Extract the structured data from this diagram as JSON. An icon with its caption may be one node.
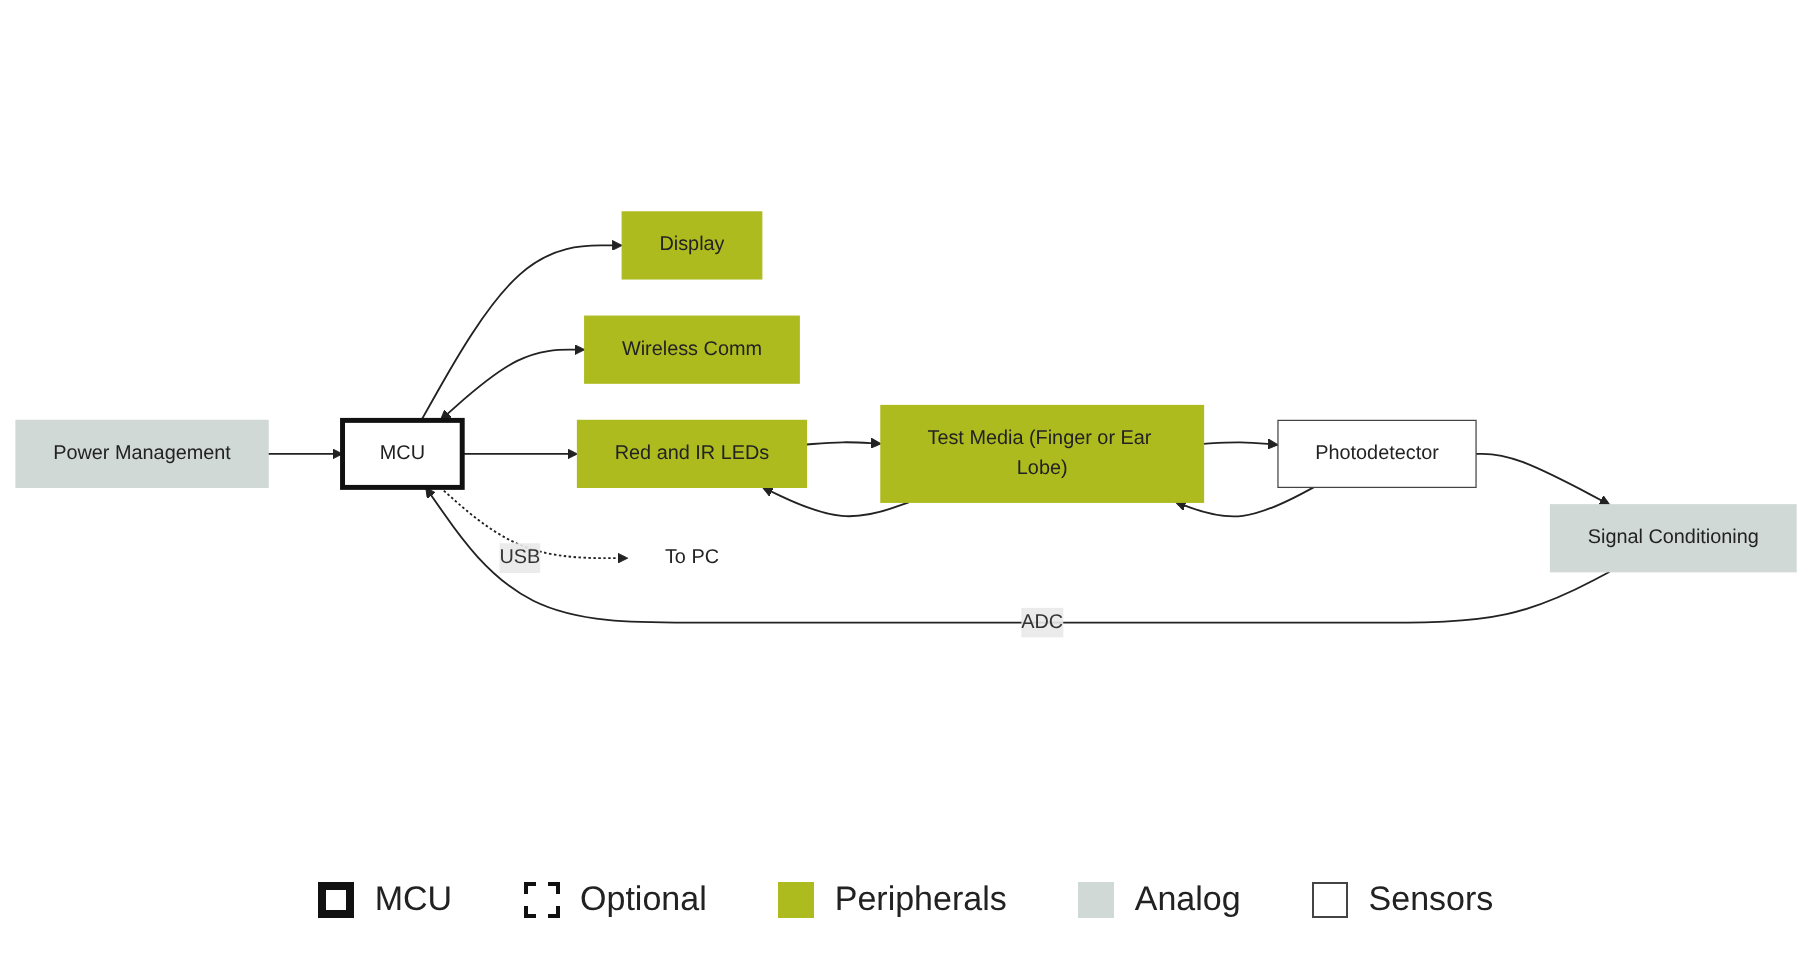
{
  "diagram": {
    "nodes": [
      {
        "text": [
          "Power Management"
        ]
      },
      {
        "text": [
          "Photodetector"
        ]
      },
      {
        "text": [
          "Signal Conditioning"
        ]
      },
      {
        "text": [
          "MCU"
        ]
      },
      {
        "text": [
          "Test Media (Finger or Ear Lobe)"
        ]
      },
      {
        "text": [
          "Display"
        ]
      },
      {
        "text": [
          "Wireless Comm"
        ]
      },
      {
        "text": [
          "Red and IR LEDs"
        ]
      },
      {
        "text": [
          "To PC"
        ]
      }
    ],
    "edges": [
      {
        "from": 0,
        "to": 3,
        "arrow": "to"
      },
      {
        "from": 1,
        "to": 2,
        "arrow": "to"
      },
      {
        "from": 2,
        "to": 3,
        "arrow": "to",
        "label": "ADC"
      },
      {
        "from": 1,
        "to": 4,
        "arrow": "to"
      },
      {
        "from": 4,
        "to": 1,
        "arrow": "to"
      },
      {
        "from": 4,
        "to": 7,
        "arrow": "to"
      },
      {
        "from": 7,
        "to": 4,
        "arrow": "to"
      },
      {
        "from": 3,
        "to": 5,
        "arrow": "to"
      },
      {
        "from": 3,
        "to": 6,
        "arrow": "both"
      },
      {
        "from": 3,
        "to": 7,
        "arrow": "to"
      },
      {
        "from": 3,
        "to": 8,
        "arrow": "to",
        "label": "USB",
        "style": "dashed"
      }
    ],
    "legend": [
      {
        "text": "MCU"
      },
      {
        "text": "Optional"
      },
      {
        "text": "Peripherals",
        "color": "#adbb1f"
      },
      {
        "text": "Analog",
        "color": "#d1d9d6"
      },
      {
        "text": "Sensors",
        "color": "#ffffff"
      }
    ]
  }
}
